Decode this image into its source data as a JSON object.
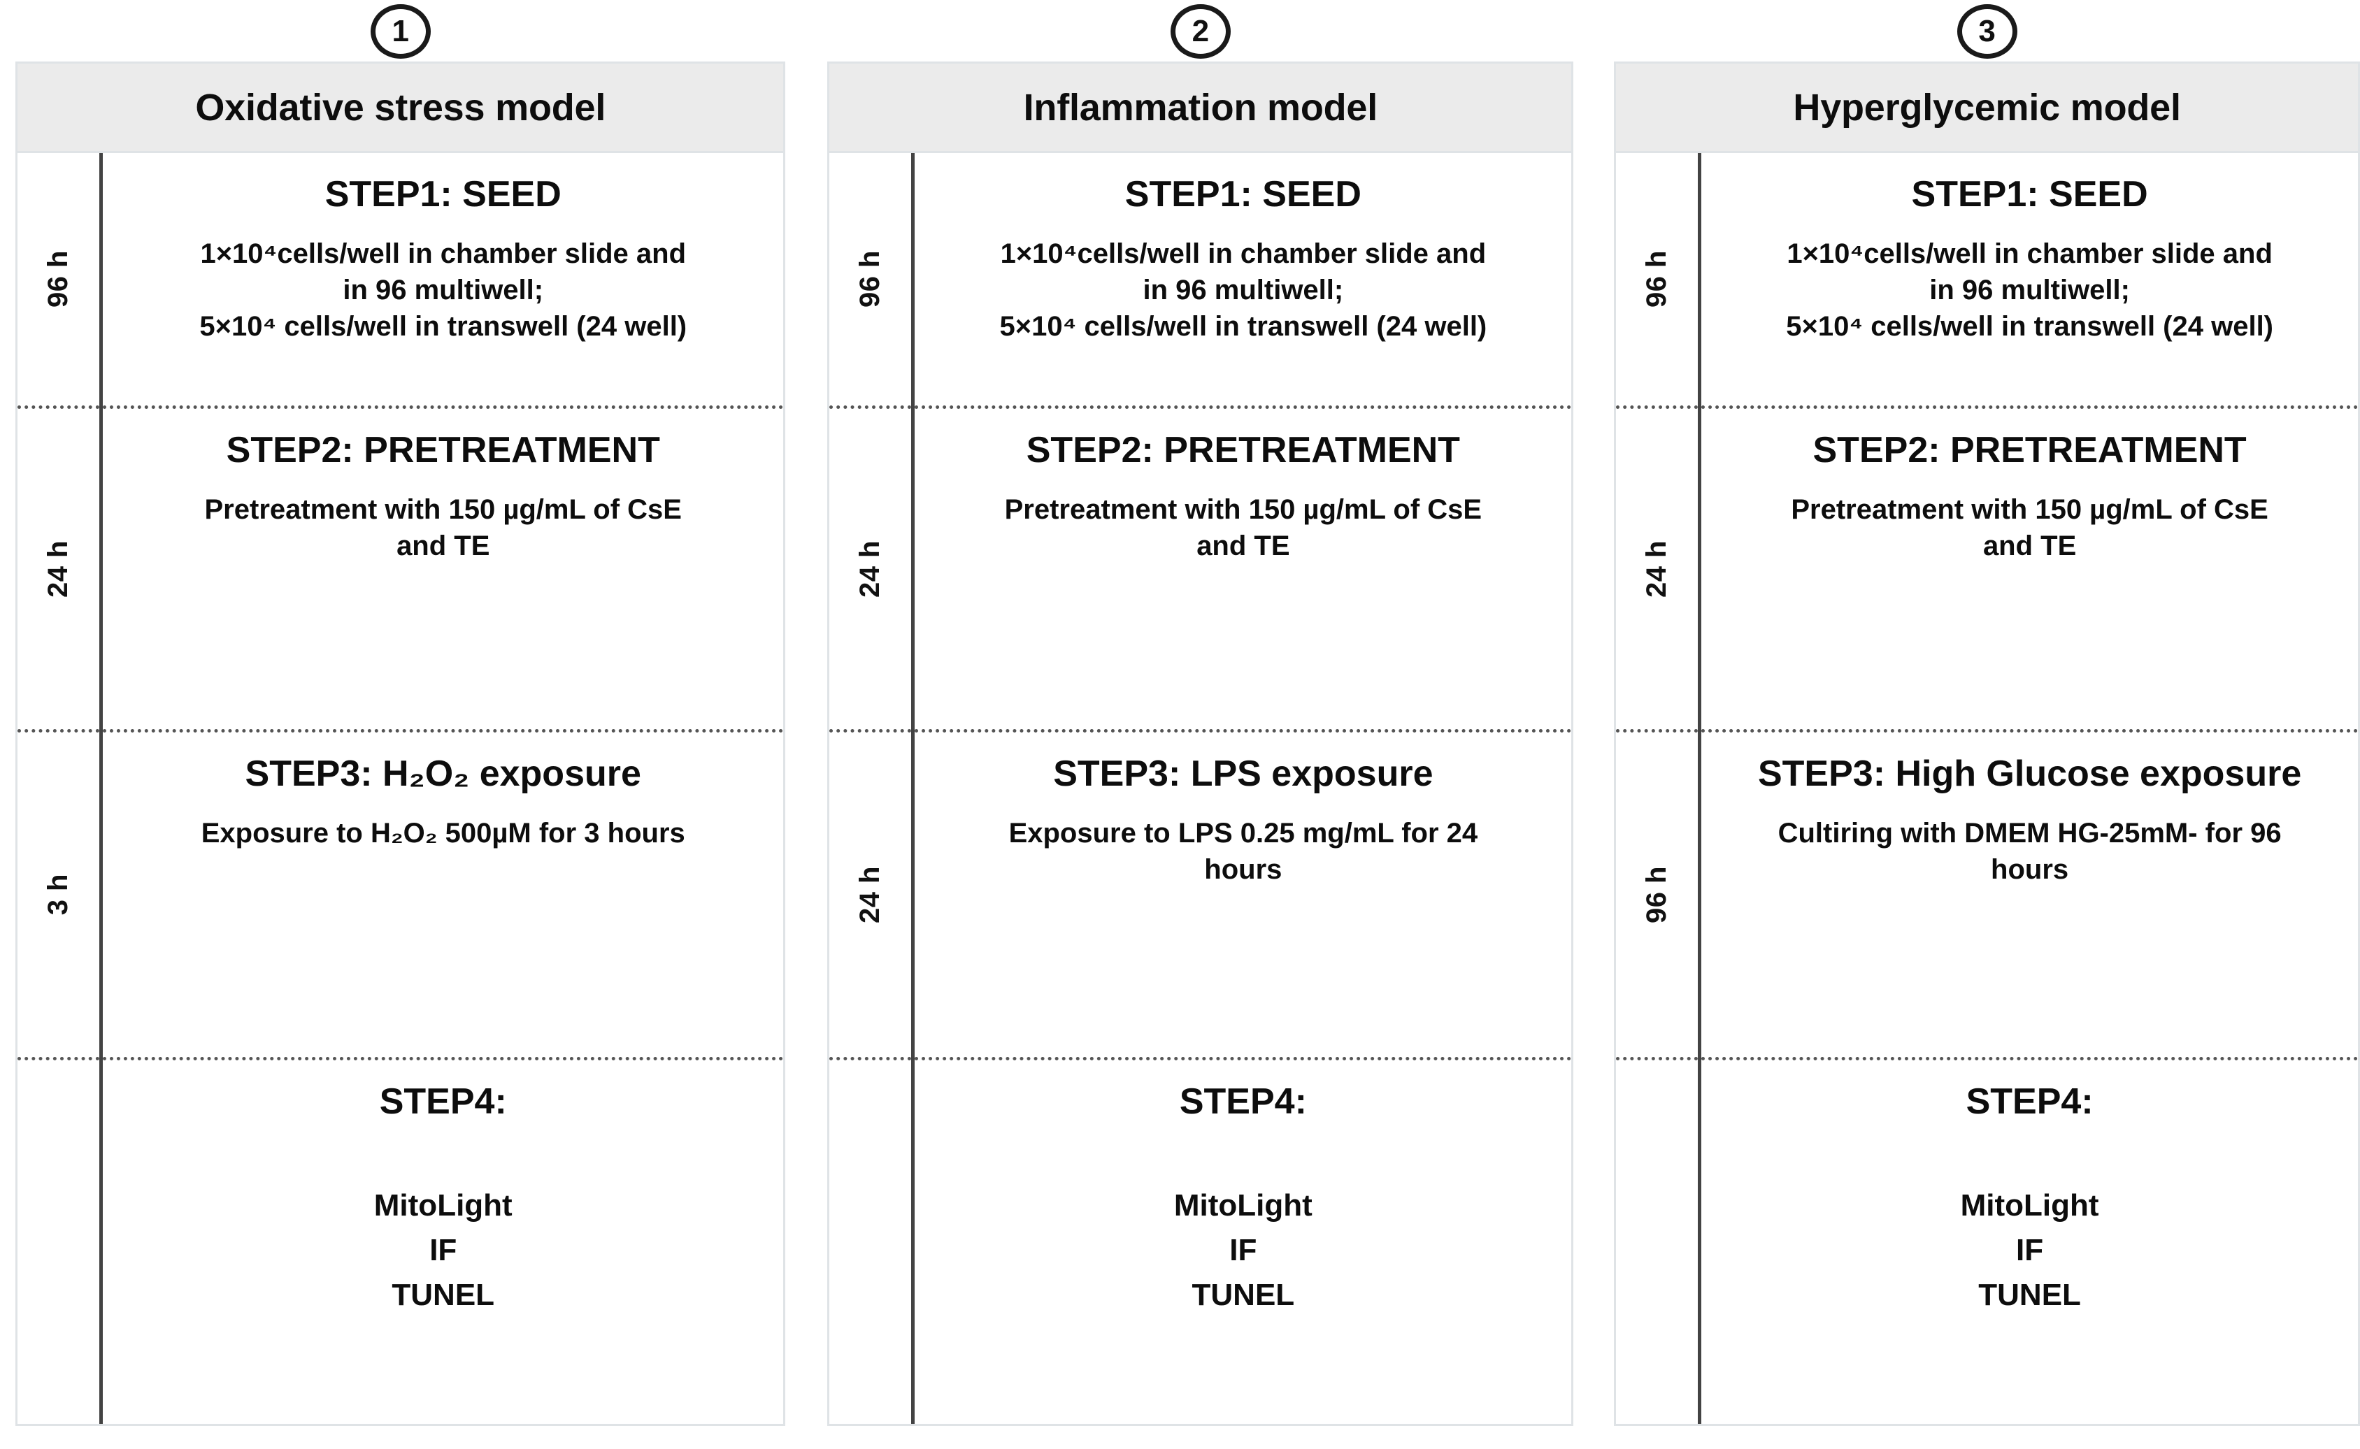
{
  "figure": {
    "caption_present": false,
    "accent_border_color": "#dfe3e6",
    "header_fill_color": "#ebebeb",
    "axis_line_color": "#434343",
    "dashed_line_color": "#555555"
  },
  "columns": [
    {
      "badge": "1",
      "title": "Oxidative stress model",
      "steps": [
        {
          "time": "96 h",
          "title": "STEP1: SEED",
          "desc_lines": [
            "1×10⁴cells/well in chamber slide and",
            "in 96 multiwell;",
            "5×10⁴ cells/well in transwell (24 well)"
          ]
        },
        {
          "time": "24 h",
          "title": "STEP2: PRETREATMENT",
          "desc_lines": [
            "Pretreatment with 150 µg/mL of CsE",
            "and TE"
          ]
        },
        {
          "time": "3 h",
          "title": "STEP3: H₂O₂ exposure",
          "desc_lines": [
            "Exposure to H₂O₂ 500µM for 3 hours"
          ]
        },
        {
          "time": "",
          "title": "STEP4:",
          "assays": [
            "MitoLight",
            "IF",
            "TUNEL"
          ]
        }
      ]
    },
    {
      "badge": "2",
      "title": "Inflammation model",
      "steps": [
        {
          "time": "96 h",
          "title": "STEP1: SEED",
          "desc_lines": [
            "1×10⁴cells/well in chamber slide and",
            "in 96 multiwell;",
            "5×10⁴ cells/well in transwell (24 well)"
          ]
        },
        {
          "time": "24 h",
          "title": "STEP2: PRETREATMENT",
          "desc_lines": [
            "Pretreatment with 150 µg/mL of CsE",
            "and TE"
          ]
        },
        {
          "time": "24 h",
          "title": "STEP3: LPS exposure",
          "desc_lines": [
            "Exposure to LPS 0.25 mg/mL for 24",
            "hours"
          ]
        },
        {
          "time": "",
          "title": "STEP4:",
          "assays": [
            "MitoLight",
            "IF",
            "TUNEL"
          ]
        }
      ]
    },
    {
      "badge": "3",
      "title": "Hyperglycemic model",
      "steps": [
        {
          "time": "96 h",
          "title": "STEP1: SEED",
          "desc_lines": [
            "1×10⁴cells/well in chamber slide and",
            "in 96 multiwell;",
            "5×10⁴ cells/well in transwell (24 well)"
          ]
        },
        {
          "time": "24 h",
          "title": "STEP2: PRETREATMENT",
          "desc_lines": [
            "Pretreatment with 150 µg/mL of CsE",
            "and TE"
          ]
        },
        {
          "time": "96 h",
          "title": "STEP3: High Glucose exposure",
          "desc_lines": [
            "Cultiring with DMEM HG-25mM- for 96",
            "hours"
          ]
        },
        {
          "time": "",
          "title": "STEP4:",
          "assays": [
            "MitoLight",
            "IF",
            "TUNEL"
          ]
        }
      ]
    }
  ]
}
